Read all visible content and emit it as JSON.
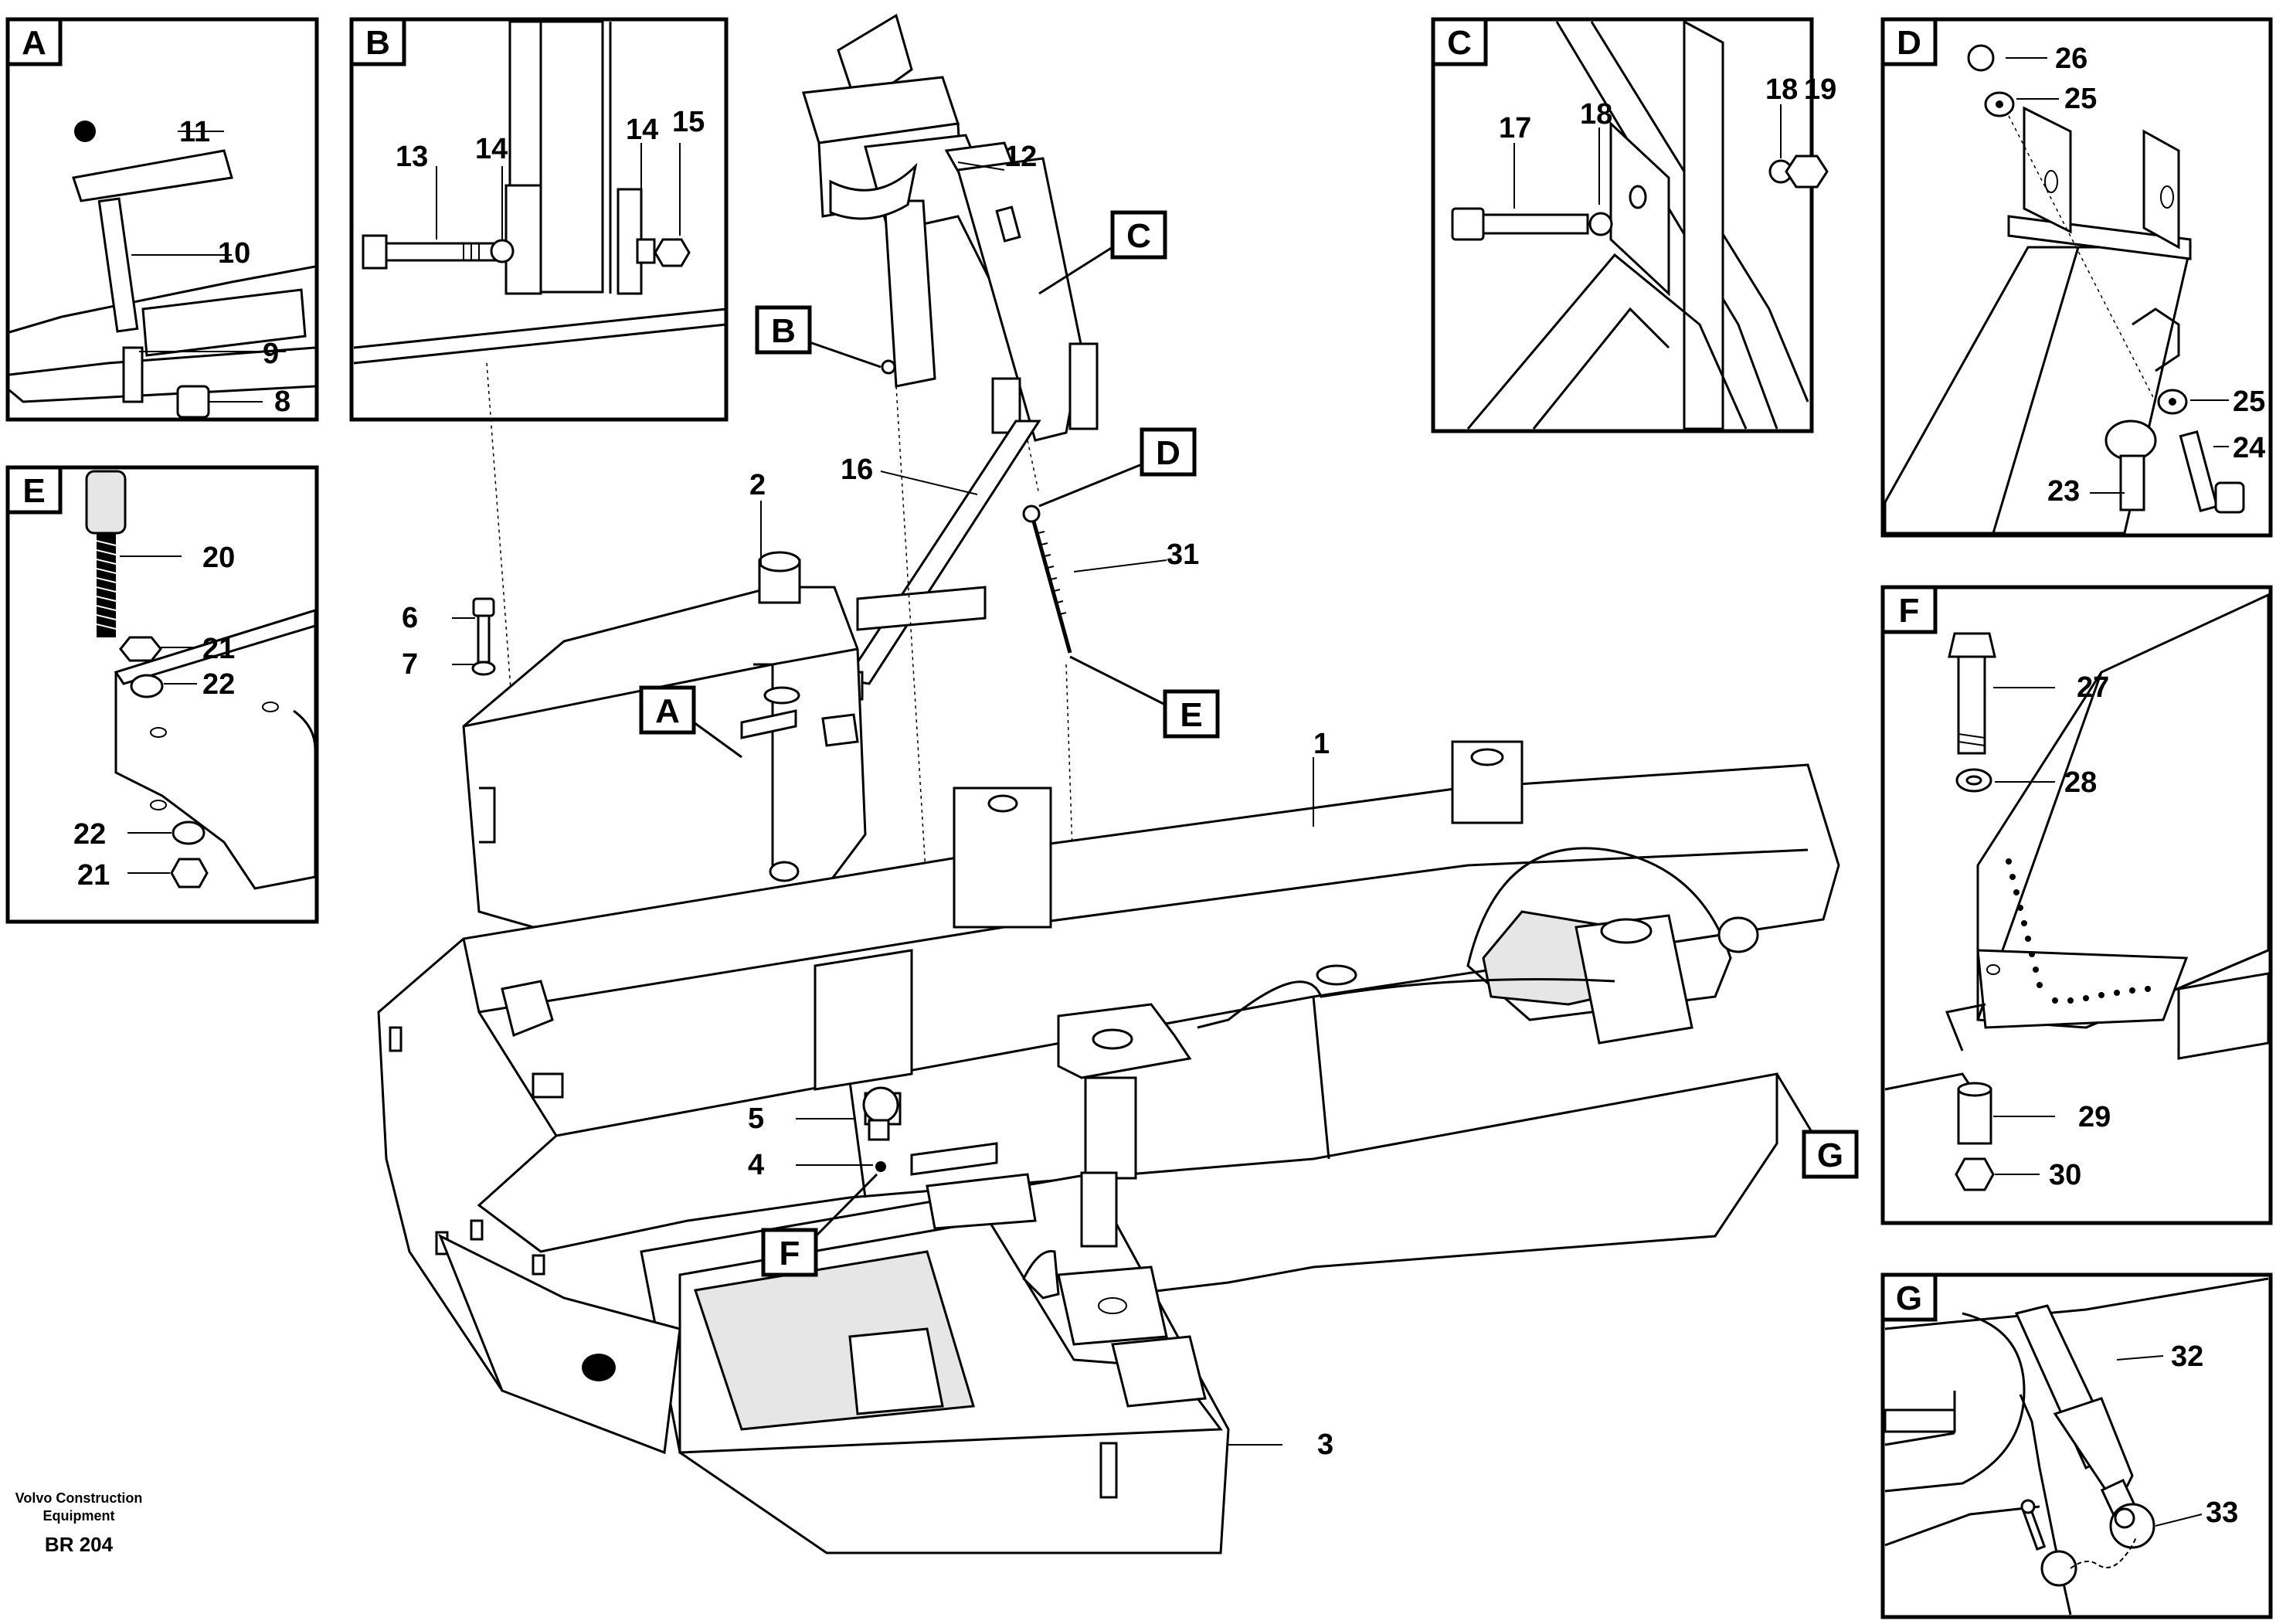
{
  "panels": [
    {
      "id": "A",
      "label": "A"
    },
    {
      "id": "B",
      "label": "B"
    },
    {
      "id": "C",
      "label": "C"
    },
    {
      "id": "D",
      "label": "D"
    },
    {
      "id": "E",
      "label": "E"
    },
    {
      "id": "F",
      "label": "F"
    },
    {
      "id": "G",
      "label": "G"
    }
  ],
  "main_tags": [
    "A",
    "B",
    "C",
    "D",
    "E",
    "F",
    "G"
  ],
  "callouts": {
    "a": [
      "11",
      "10",
      "9",
      "8"
    ],
    "b": [
      "13",
      "14",
      "14",
      "15"
    ],
    "c": [
      "17",
      "18",
      "18",
      "19"
    ],
    "d": [
      "26",
      "25",
      "25",
      "24",
      "23"
    ],
    "e": [
      "20",
      "21",
      "22",
      "22",
      "21"
    ],
    "f": [
      "27",
      "28",
      "29",
      "30"
    ],
    "g": [
      "32",
      "33"
    ],
    "main": [
      "2",
      "6",
      "7",
      "12",
      "16",
      "31",
      "1",
      "5",
      "4",
      "3"
    ]
  },
  "footer": {
    "company_line1": "Volvo Construction",
    "company_line2": "Equipment",
    "code": "BR 204"
  }
}
